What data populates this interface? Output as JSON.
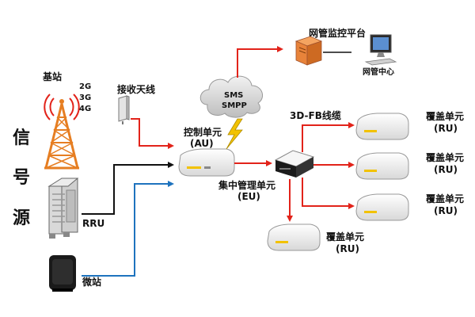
{
  "colors": {
    "red": "#e2231a",
    "black": "#111111",
    "blue": "#1e73be",
    "yellow": "#f2c200",
    "tower": "#e67e22",
    "device": "#f4f4f4"
  },
  "source": {
    "chars": [
      "信",
      "号",
      "源"
    ]
  },
  "base_station": {
    "label": "基站",
    "bands": [
      "2G",
      "3G",
      "4G"
    ],
    "icon": "cell-tower-icon"
  },
  "rru_source": {
    "label": "RRU",
    "icon": "rru-cabinet-icon"
  },
  "micro_station": {
    "label": "微站",
    "icon": "micro-station-icon"
  },
  "antenna": {
    "label": "接收天线",
    "icon": "panel-antenna-icon"
  },
  "cloud": {
    "line1": "SMS",
    "line2": "SMPP",
    "icon": "cloud-icon"
  },
  "monitor": {
    "label": "网管监控平台",
    "center_label": "网管中心",
    "icon": "network-management-icon"
  },
  "au": {
    "line1": "控制单元",
    "line2": "(AU)",
    "icon": "access-unit-icon"
  },
  "eu": {
    "line1": "集中管理单元",
    "line2": "(EU)",
    "icon": "expansion-unit-icon"
  },
  "fiber": {
    "label": "3D-FB线缆"
  },
  "ru": {
    "line1": "覆盖单元",
    "line2": "(RU)",
    "icon": "remote-unit-icon",
    "units": [
      {
        "line1": "覆盖单元",
        "line2": "(RU)"
      },
      {
        "line1": "覆盖单元",
        "line2": "(RU)"
      },
      {
        "line1": "覆盖单元",
        "line2": "(RU)"
      },
      {
        "line1": "覆盖单元",
        "line2": "(RU)"
      }
    ]
  }
}
